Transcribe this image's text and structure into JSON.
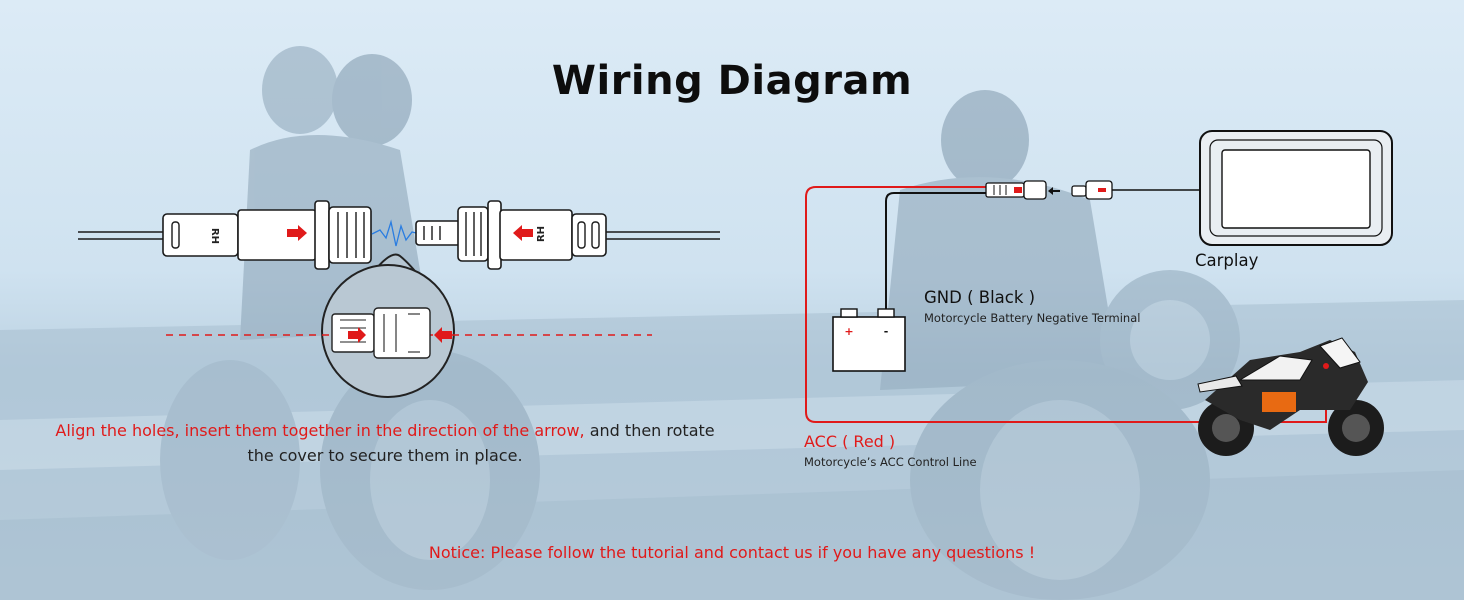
{
  "title": "Wiring Diagram",
  "connector": {
    "tag_left": "RH",
    "tag_right": "RH"
  },
  "instruction": {
    "highlight": "Align the holes, insert them together in the direction of the arrow,",
    "rest": " and then rotate the cover to secure them in place."
  },
  "battery": {
    "plus": "+",
    "minus": "-"
  },
  "labels": {
    "carplay": "Carplay",
    "gnd_title": "GND ( Black )",
    "gnd_sub": "Motorcycle Battery Negative Terminal",
    "acc_title": "ACC ( Red )",
    "acc_sub": "Motorcycle’s ACC Control Line"
  },
  "notice": "Notice: Please follow the tutorial and contact us if you have any questions !",
  "colors": {
    "accent_red": "#e01a1a",
    "wire_black": "#111111",
    "background": "#d4e6f3"
  }
}
